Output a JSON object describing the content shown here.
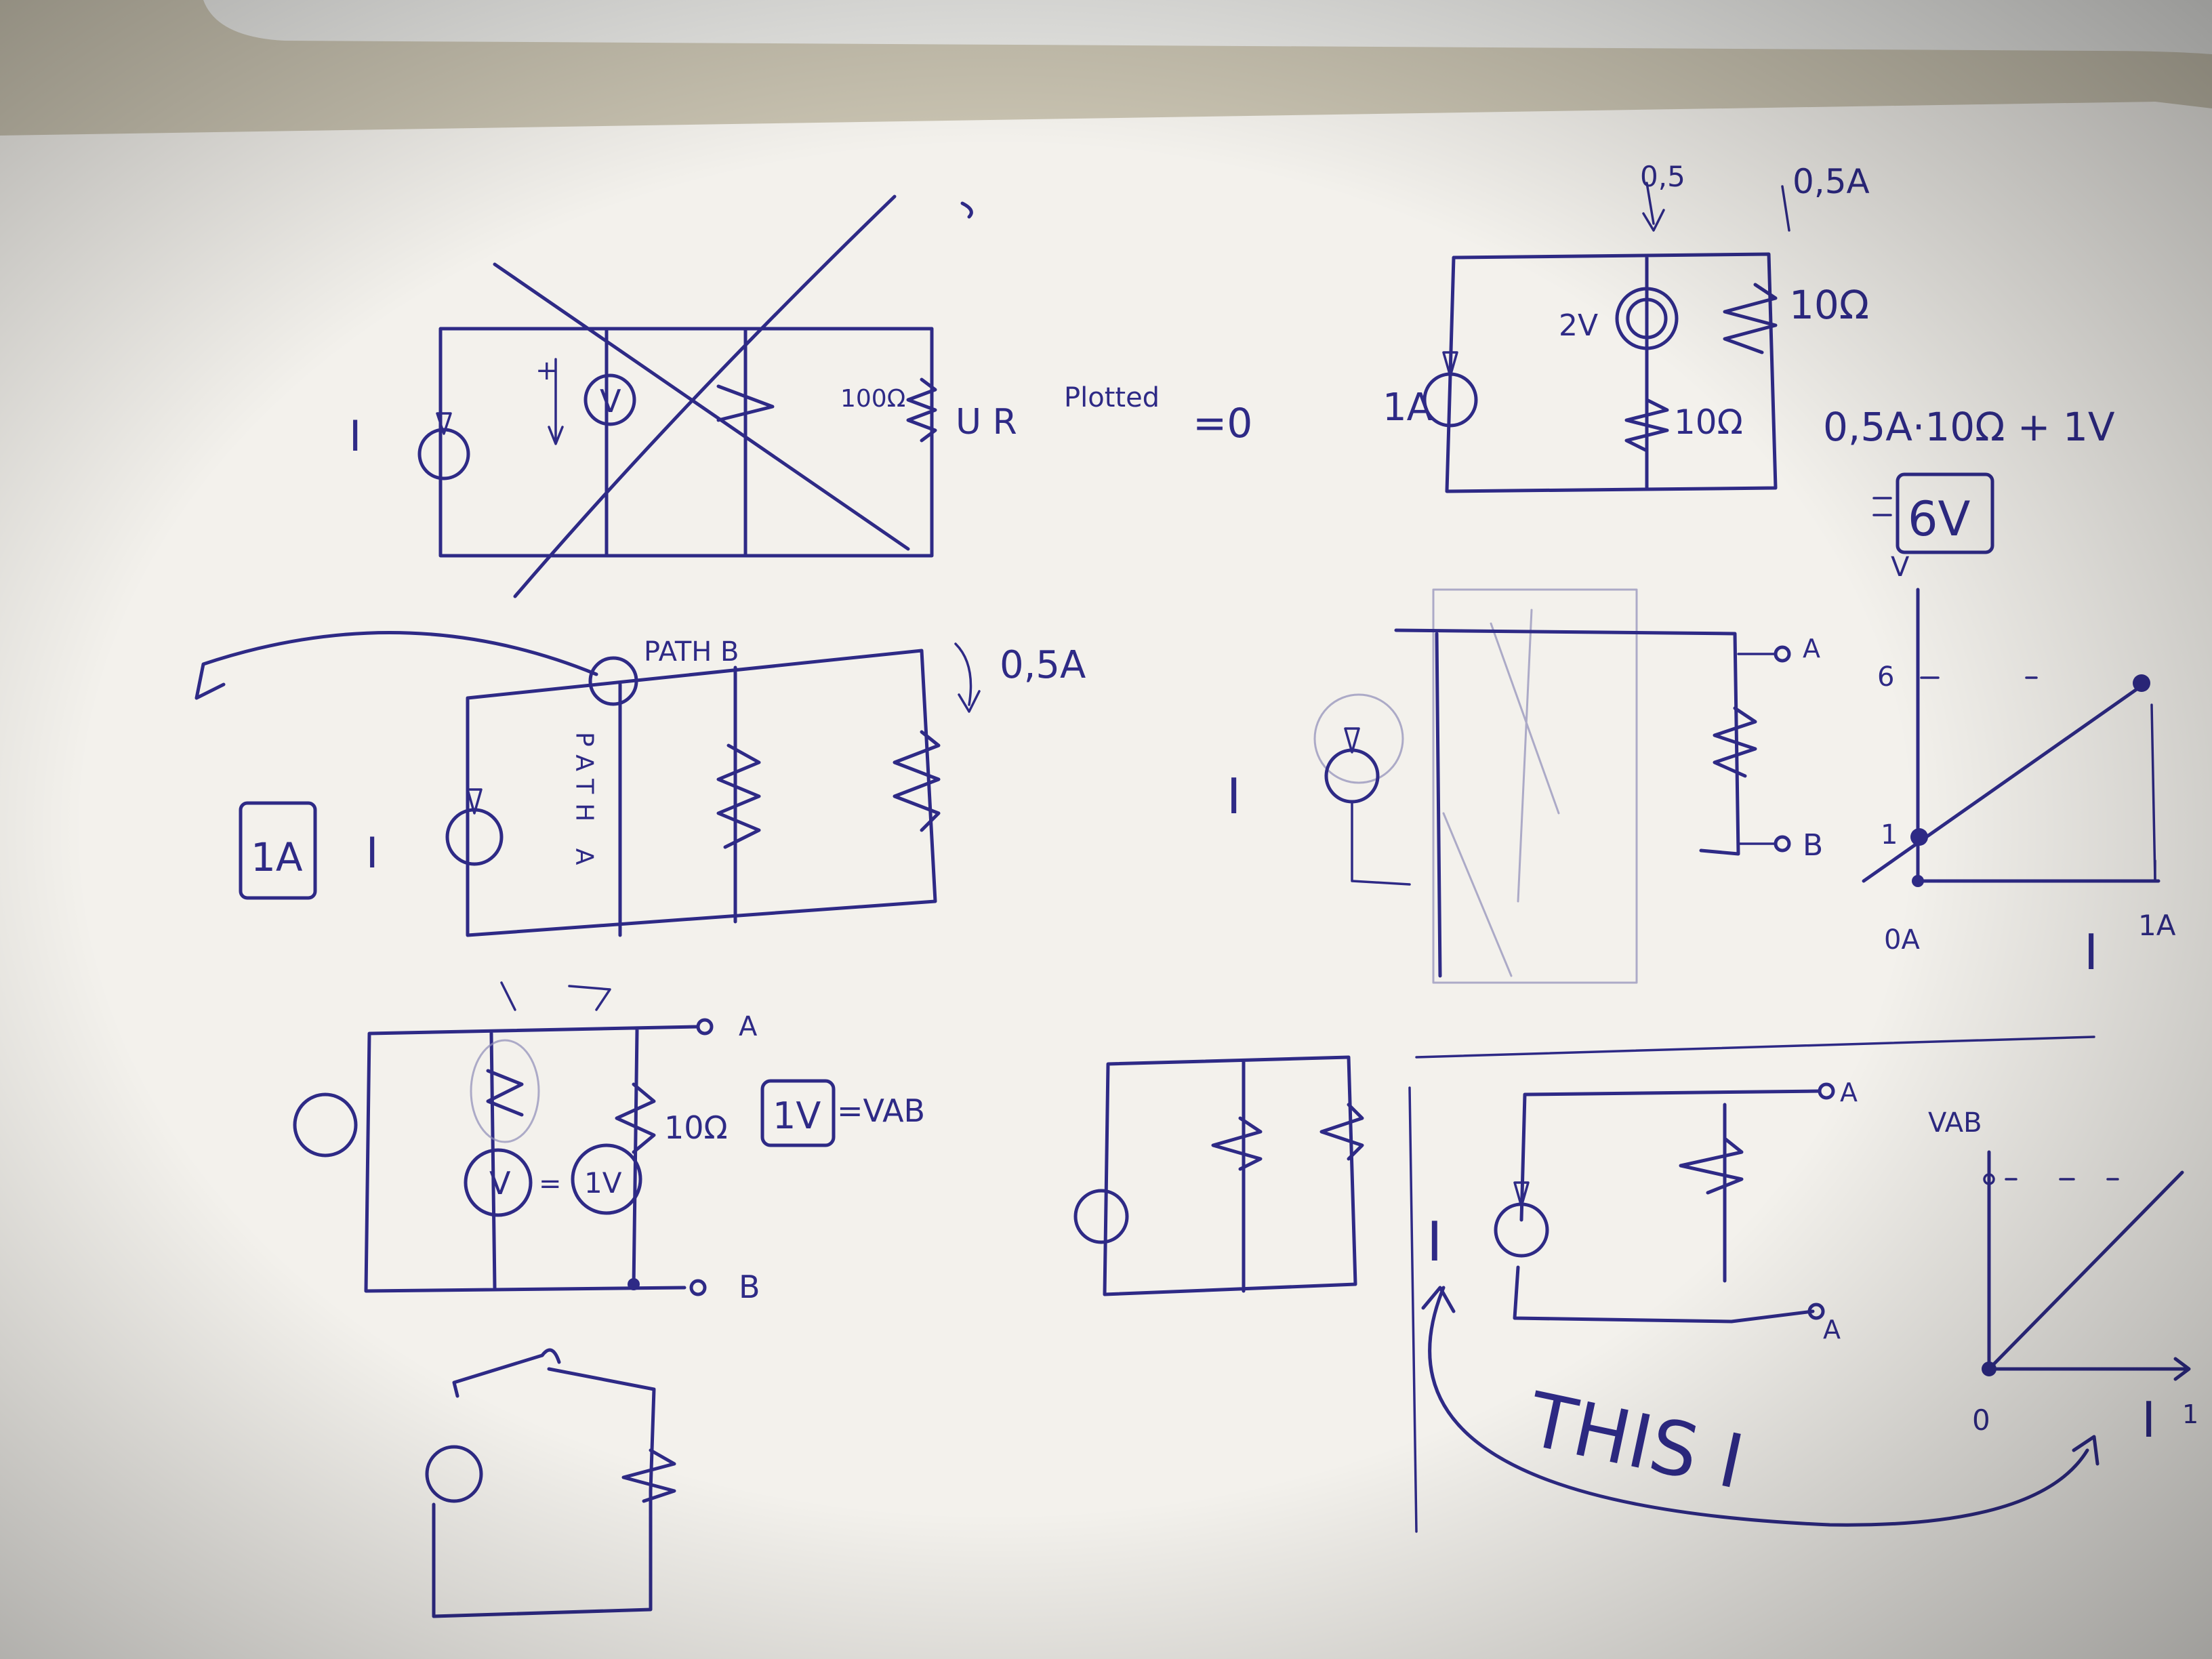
{
  "sheet": {
    "paper_color": "#f3f1ec",
    "ink_color": "#2e2a86"
  },
  "circuit1": {
    "source_label": "I",
    "voltmeter_label": "V",
    "polarity": "+",
    "resistor_label": "100Ω",
    "vr_label": "U R",
    "note": "Plotted",
    "equals_zero": "=0"
  },
  "circuit2": {
    "path_b": "PATH B",
    "path_a": "PATH A",
    "current_label": "0,5A",
    "boxed_current": "1A",
    "source_label": "I"
  },
  "circuit3": {
    "meter_label": "V",
    "equals": "=",
    "meter2_label": "1V",
    "resistor_label": "10Ω",
    "boxed_voltage": "1V",
    "vab_label": "=VAB",
    "node_a": "A",
    "node_b": "B"
  },
  "circuit_tr": {
    "top_label_1": "0,5",
    "top_label_2": "0,5A",
    "voltage_source": "2V",
    "resistor_top": "10Ω",
    "resistor_bottom": "10Ω",
    "current_source": "1A",
    "equation": "0,5A·10Ω + 1V",
    "result": "6V"
  },
  "circuit_mr": {
    "source_label": "I",
    "node_a": "A",
    "node_b": "B"
  },
  "graph1": {
    "y_axis_label": "V",
    "y_tick_6": "6",
    "y_tick_1": "1",
    "x_origin": "0A",
    "x_tick": "1A",
    "x_axis_label": "I"
  },
  "circuit_br": {
    "source_label": "I",
    "node_top": "A",
    "node_bottom": "A",
    "annotation": "THIS I"
  },
  "graph2": {
    "y_axis_label": "VAB",
    "x_origin": "0",
    "x_axis_label": "I",
    "x_tick": "1"
  }
}
